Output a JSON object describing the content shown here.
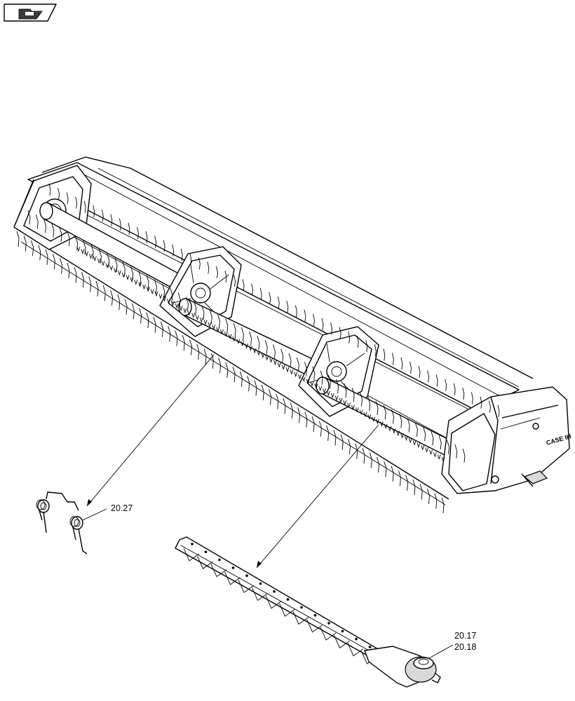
{
  "nav_icon": {
    "name": "book-arrow-icon"
  },
  "callouts": [
    {
      "id": "tine",
      "label": "20.27"
    },
    {
      "id": "knife_1",
      "label": "20.17"
    },
    {
      "id": "knife_2",
      "label": "20.18"
    }
  ],
  "brand_mark": "CASE IH"
}
